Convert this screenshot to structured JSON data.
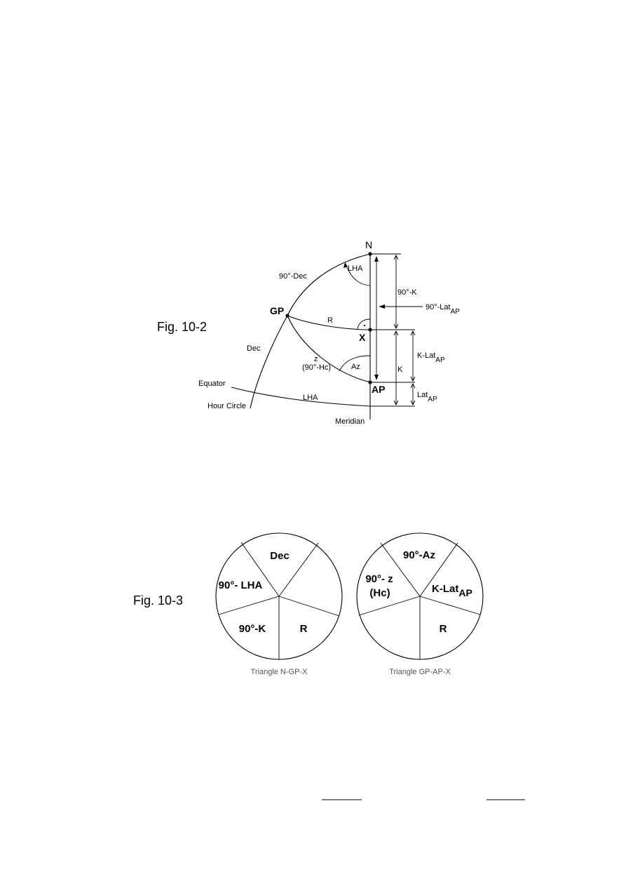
{
  "fig_10_2": {
    "label": "Fig. 10-2",
    "points": {
      "n": "N",
      "gp": "GP",
      "x": "X",
      "ap": "AP"
    },
    "arcs": {
      "ninety_dec": "90°-Dec",
      "dec": "Dec",
      "r": "R",
      "z": "z",
      "ninety_hc": "(90°-Hc)",
      "lha_equator": "LHA"
    },
    "angles": {
      "lha": "LHA",
      "az": "Az"
    },
    "dimensions": {
      "ninety_k": "90°-K",
      "ninety_lat_base": "90°-Lat",
      "ninety_lat_sub": "AP",
      "k": "K",
      "k_lat_base": "K-Lat",
      "k_lat_sub": "AP",
      "lat_base": "Lat",
      "lat_sub": "AP"
    },
    "lines": {
      "equator": "Equator",
      "hour_circle": "Hour Circle",
      "meridian": "Meridian"
    }
  },
  "fig_10_3": {
    "label": "Fig. 10-3",
    "left": {
      "segments": {
        "top": "Dec",
        "left": "90°- LHA",
        "bottom_left": "90°-K",
        "bottom_right": "R"
      },
      "caption": "Triangle N-GP-X"
    },
    "right": {
      "segments": {
        "top": "90°-Az",
        "left_line1": "90°- z",
        "left_line2": "(Hc)",
        "right_base": "K-Lat",
        "right_sub": "AP",
        "bottom_right": "R"
      },
      "caption": "Triangle GP-AP-X"
    }
  }
}
